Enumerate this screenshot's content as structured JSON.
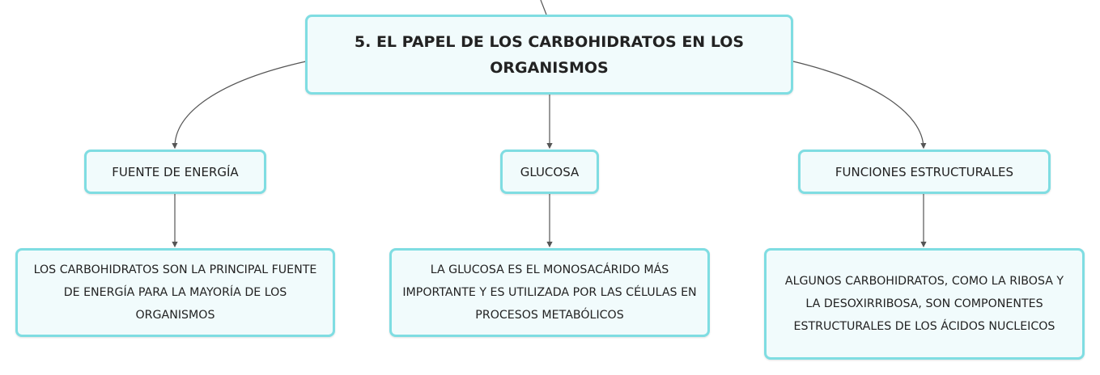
{
  "root": {
    "title": "5. EL PAPEL DE LOS CARBOHIDRATOS EN LOS ORGANISMOS"
  },
  "branches": [
    {
      "label": "FUENTE DE ENERGÍA",
      "detail": "LOS CARBOHIDRATOS SON LA PRINCIPAL FUENTE DE ENERGÍA PARA LA MAYORÍA DE LOS ORGANISMOS"
    },
    {
      "label": "GLUCOSA",
      "detail": "LA GLUCOSA ES EL MONOSACÁRIDO MÁS IMPORTANTE Y ES UTILIZADA POR LAS CÉLULAS EN PROCESOS METABÓLICOS"
    },
    {
      "label": "FUNCIONES ESTRUCTURALES",
      "detail": "ALGUNOS CARBOHIDRATOS, COMO LA RIBOSA Y LA DESOXIRRIBOSA, SON COMPONENTES ESTRUCTURALES DE LOS ÁCIDOS NUCLEICOS"
    }
  ],
  "colors": {
    "node_border": "#7fdde2",
    "node_fill": "#f1fbfc",
    "connector": "#555555",
    "text": "#222222"
  }
}
